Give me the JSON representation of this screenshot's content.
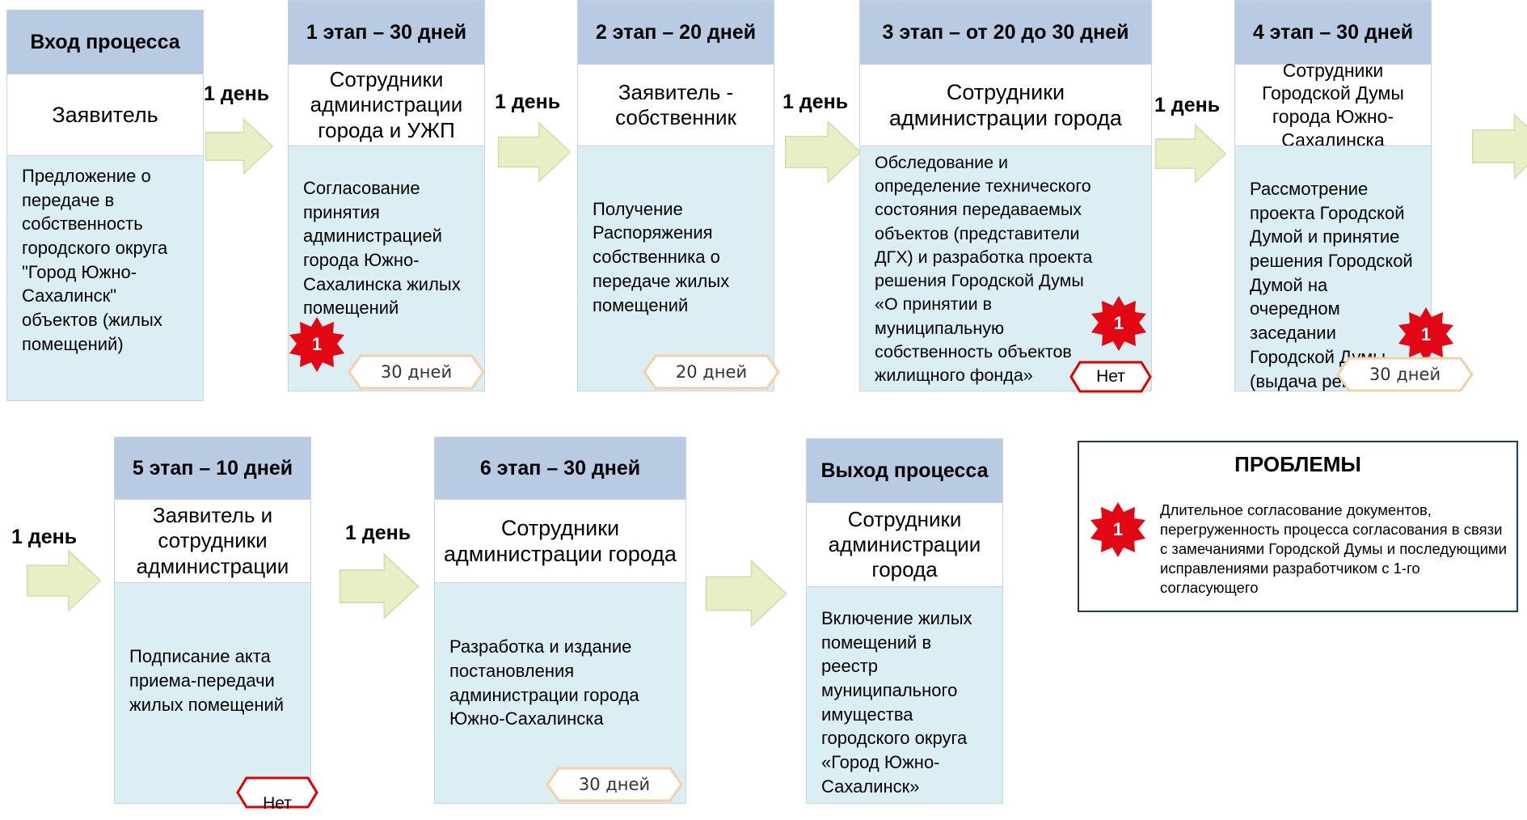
{
  "stages": [
    {
      "header": "Вход процесса",
      "actor": "Заявитель",
      "description": "Предложение о передаче в собственность городского округа \"Город Южно-Сахалинск\" объектов (жилых помещений)"
    },
    {
      "header": "1 этап – 30 дней",
      "actor": "Сотрудники администрации города и УЖП",
      "description": "Согласование принятия администрацией города Южно-Сахалинска жилых помещений",
      "duration": "30 дней",
      "problem_marker": "1"
    },
    {
      "header": "2 этап – 20 дней",
      "actor": "Заявитель - собственник",
      "description": "Получение Распоряжения собственника о передаче жилых помещений",
      "duration": "20 дней"
    },
    {
      "header": "3 этап – от 20 до 30 дней",
      "actor": "Сотрудники администрации города",
      "description": "Обследование и определение технического состояния передаваемых объектов (представители ДГХ) и разработка проекта решения Городской Думы «О принятии в муниципальную собственность объектов жилищного фонда»",
      "flag": "Нет",
      "problem_marker": "1"
    },
    {
      "header": "4 этап – 30 дней",
      "actor": "Сотрудники Городской Думы города Южно-Сахалинска",
      "description": "Рассмотрение проекта Городской Думой и принятие решения Городской Думой на очередном заседании Городской Думы (выдача решения)",
      "duration": "30 дней",
      "problem_marker": "1"
    },
    {
      "header": "5 этап – 10 дней",
      "actor": "Заявитель и сотрудники администрации",
      "description": "Подписание акта приема-передачи жилых помещений",
      "flag": "Нет"
    },
    {
      "header": "6 этап – 30 дней",
      "actor": "Сотрудники администрации города",
      "description": "Разработка и издание постановления администрации города Южно-Сахалинска",
      "duration": "30 дней"
    },
    {
      "header": "Выход процесса",
      "actor": "Сотрудники администрации города",
      "description": "Включение жилых помещений в реестр муниципального имущества городского округа «Город Южно-Сахалинск»"
    }
  ],
  "transitions": [
    "1 день",
    "1 день",
    "1 день",
    "1 день",
    "1 день",
    "1 день"
  ],
  "problems": {
    "title": "ПРОБЛЕМЫ",
    "items": [
      {
        "marker": "1",
        "text": "Длительное согласование документов, перегруженность процесса согласования в связи с замечаниями Городской Думы  и последующими исправлениями разработчиком с 1-го согласующего"
      }
    ]
  },
  "colors": {
    "header_fill": "#b9cbe2",
    "body_fill": "#daeef4",
    "arrow_fill": "#e8efc4",
    "duration_border": "#f7cfa6",
    "flag_border": "#e00000",
    "marker_fill": "#e30613",
    "problems_border": "#1f3b68"
  }
}
